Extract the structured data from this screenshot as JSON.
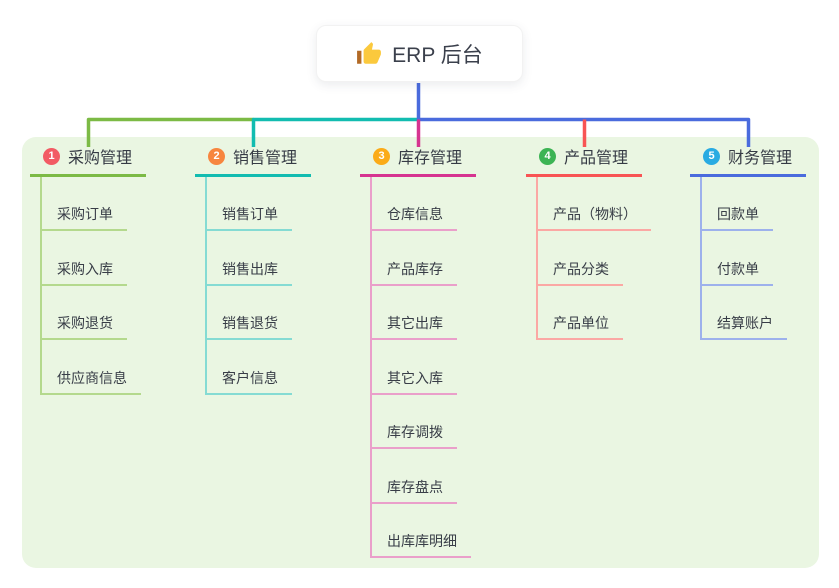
{
  "root": {
    "label": "ERP 后台",
    "icon": "thumbs-up"
  },
  "colors": {
    "background": "#ffffff",
    "panel": "#eaf6e2",
    "root_connector": "#4a6bdd",
    "text_dark": "#363b45"
  },
  "branches": [
    {
      "badge": "1",
      "label": "采购管理",
      "badge_color": "#f25b64",
      "line_color": "#7cba45",
      "child_line_color": "#b4d98d",
      "children": [
        "采购订单",
        "采购入库",
        "采购退货",
        "供应商信息"
      ]
    },
    {
      "badge": "2",
      "label": "销售管理",
      "badge_color": "#f7863f",
      "line_color": "#12bcb0",
      "child_line_color": "#85dbd3",
      "children": [
        "销售订单",
        "销售出库",
        "销售退货",
        "客户信息"
      ]
    },
    {
      "badge": "3",
      "label": "库存管理",
      "badge_color": "#fbab18",
      "line_color": "#d63490",
      "child_line_color": "#ea9fca",
      "children": [
        "仓库信息",
        "产品库存",
        "其它出库",
        "其它入库",
        "库存调拨",
        "库存盘点",
        "出库库明细"
      ]
    },
    {
      "badge": "4",
      "label": "产品管理",
      "badge_color": "#3cb454",
      "line_color": "#f85454",
      "child_line_color": "#fba8a4",
      "children": [
        "产品（物料）",
        "产品分类",
        "产品单位"
      ]
    },
    {
      "badge": "5",
      "label": "财务管理",
      "badge_color": "#29abe2",
      "line_color": "#4a6bdd",
      "child_line_color": "#9db1ec",
      "children": [
        "回款单",
        "付款单",
        "结算账户"
      ]
    }
  ]
}
